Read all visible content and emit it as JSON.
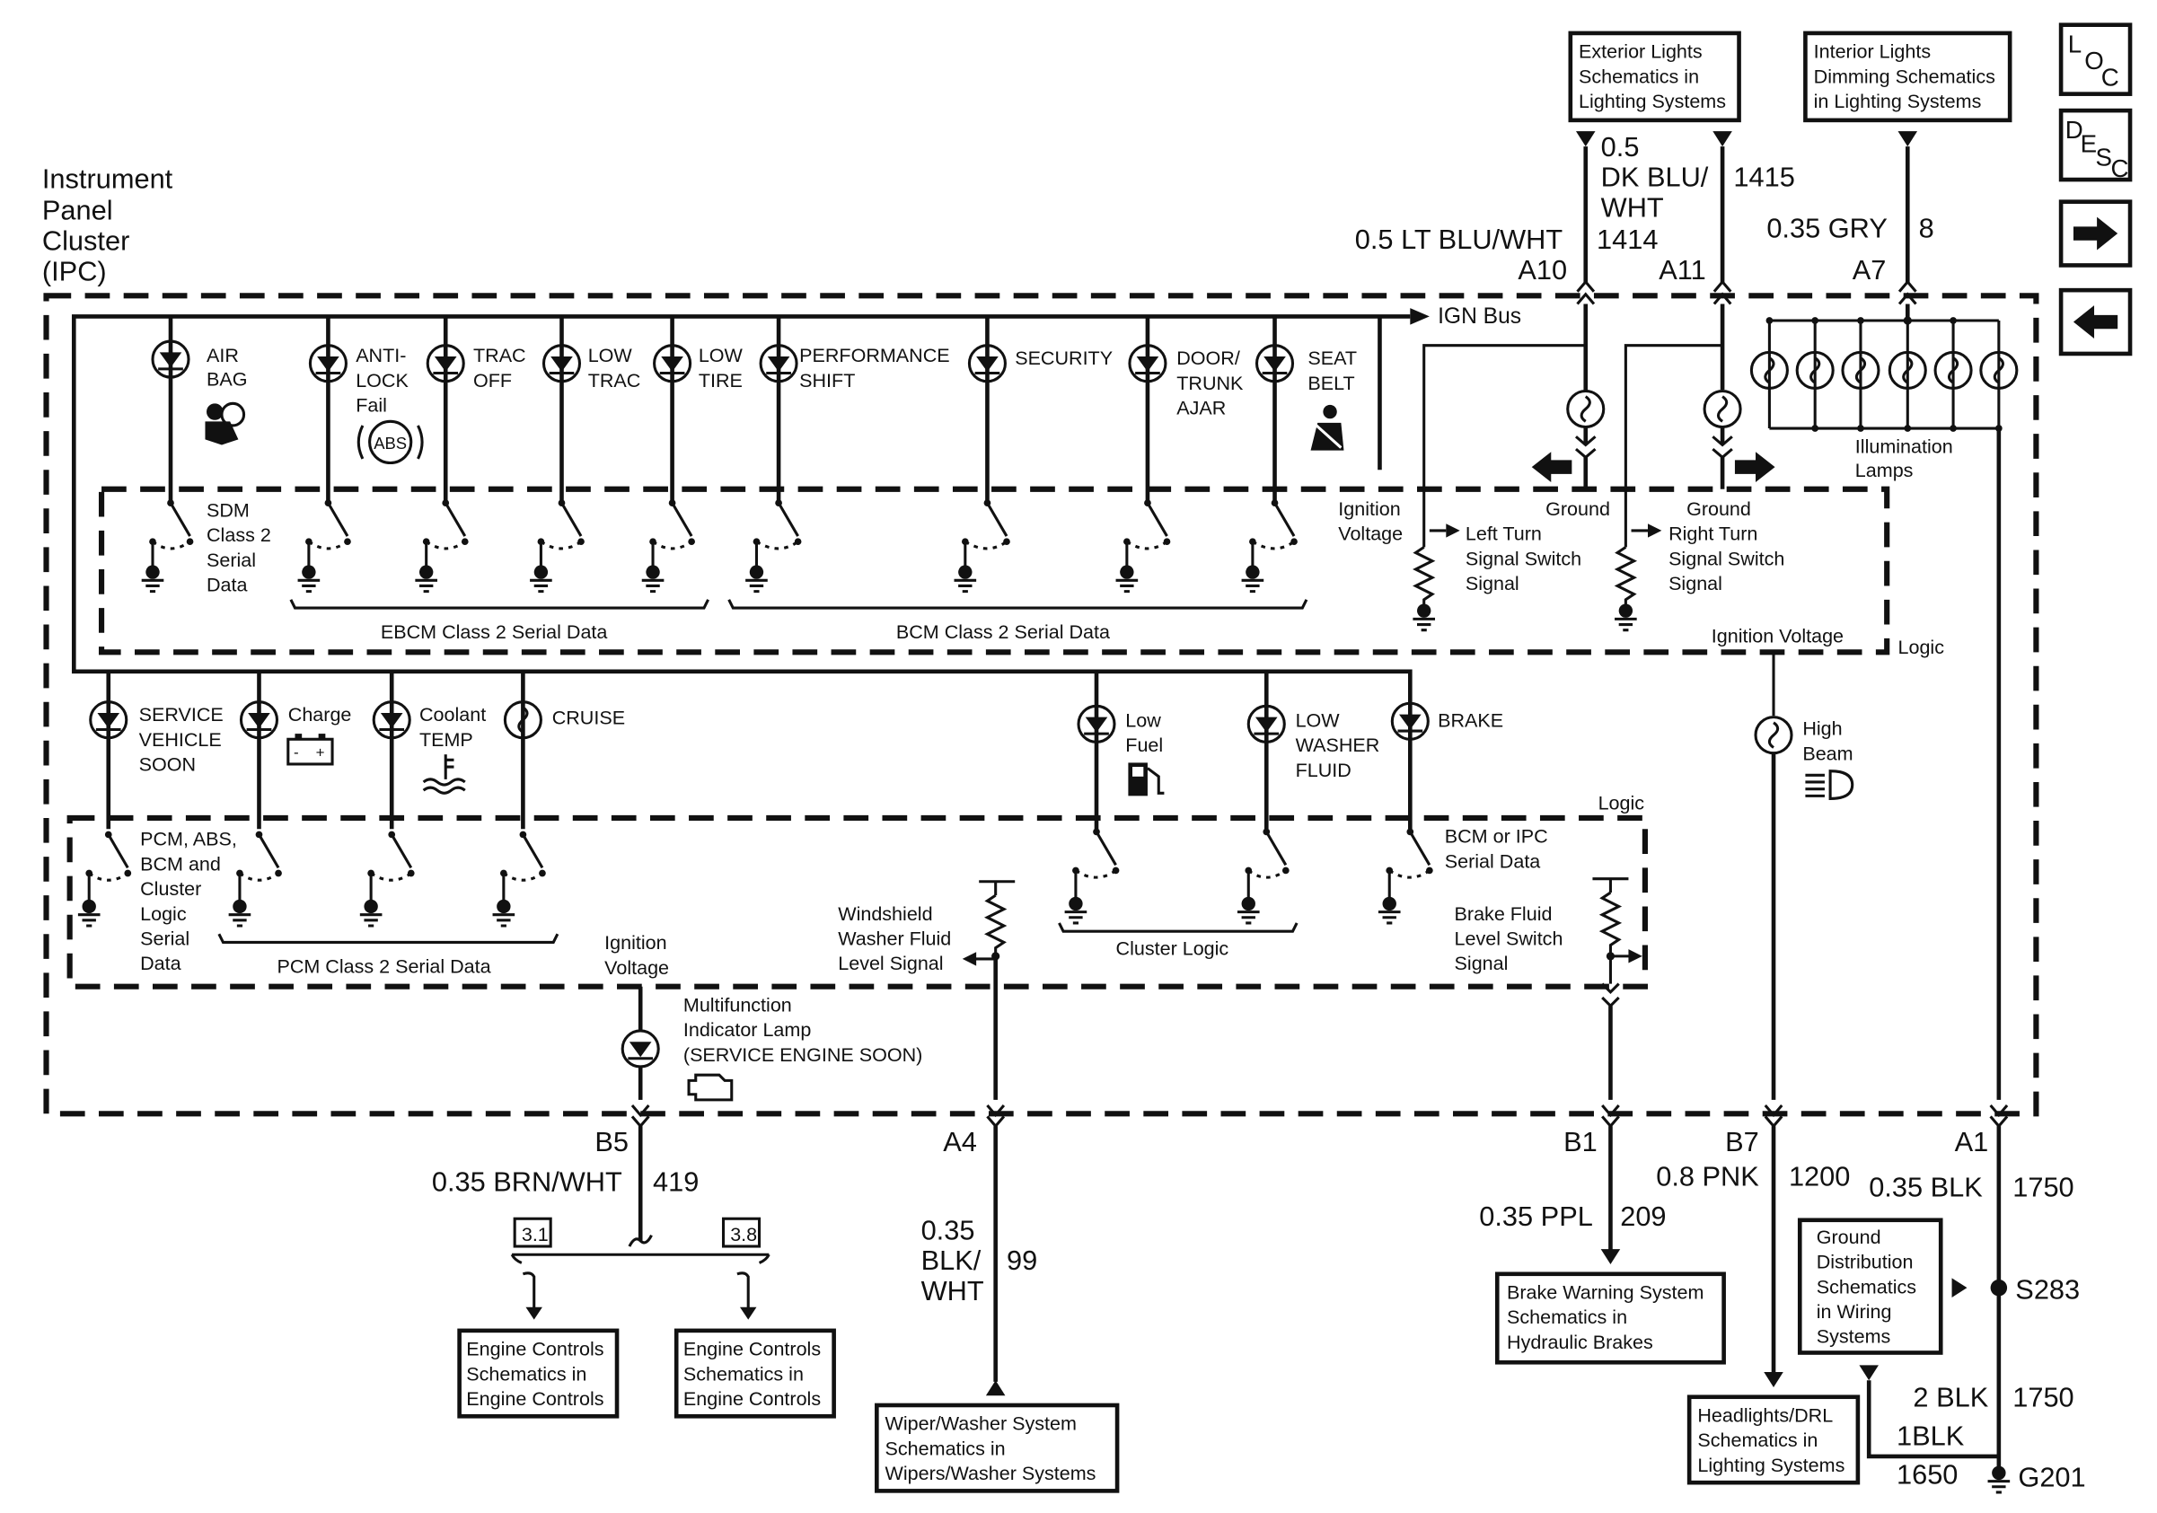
{
  "module": {
    "title_lines": [
      "Instrument",
      "Panel",
      "Cluster",
      "(IPC)"
    ]
  },
  "nav": {
    "loc": [
      "L",
      "O",
      "C"
    ],
    "desc": [
      "D",
      "E",
      "S",
      "C"
    ],
    "next": "→",
    "prev": "←"
  },
  "refs_top": {
    "exterior": [
      "Exterior Lights",
      "Schematics in",
      "Lighting Systems"
    ],
    "interior": [
      "Interior Lights",
      "Dimming Schematics",
      "in Lighting Systems"
    ]
  },
  "top_wires": {
    "a10": {
      "pin": "A10",
      "color": "0.5 LT BLU/WHT",
      "circuit": "1414"
    },
    "a11": {
      "pin": "A11",
      "color_lines": [
        "0.5",
        "DK BLU/",
        "WHT"
      ],
      "circuit": "1415"
    },
    "a7": {
      "pin": "A7",
      "color": "0.35 GRY",
      "circuit": "8"
    }
  },
  "ign_bus": "IGN Bus",
  "upper_lamps": [
    {
      "lines": [
        "AIR",
        "BAG"
      ]
    },
    {
      "lines": [
        "ANTI-",
        "LOCK",
        "Fail"
      ],
      "icon_text": "ABS"
    },
    {
      "lines": [
        "TRAC",
        "OFF"
      ]
    },
    {
      "lines": [
        "LOW",
        "TRAC"
      ]
    },
    {
      "lines": [
        "LOW",
        "TIRE"
      ]
    },
    {
      "lines": [
        "PERFORMANCE",
        "SHIFT"
      ]
    },
    {
      "lines": [
        "SECURITY"
      ]
    },
    {
      "lines": [
        "DOOR/",
        "TRUNK",
        "AJAR"
      ]
    },
    {
      "lines": [
        "SEAT",
        "BELT"
      ]
    }
  ],
  "upper_logic": {
    "sdm": [
      "SDM",
      "Class 2",
      "Serial",
      "Data"
    ],
    "ebcm": "EBCM Class 2 Serial Data",
    "bcm": "BCM Class 2 Serial Data",
    "ign_voltage": [
      "Ignition",
      "Voltage"
    ],
    "left_turn": [
      "Left Turn",
      "Signal Switch",
      "Signal"
    ],
    "right_turn": [
      "Right Turn",
      "Signal Switch",
      "Signal"
    ],
    "ground": "Ground",
    "ign_voltage_right": "Ignition Voltage",
    "logic": "Logic"
  },
  "illumination": [
    "Illumination",
    "Lamps"
  ],
  "lower_lamps": [
    {
      "lines": [
        "SERVICE",
        "VEHICLE",
        "SOON"
      ]
    },
    {
      "lines": [
        "Charge"
      ]
    },
    {
      "lines": [
        "Coolant",
        "TEMP"
      ]
    },
    {
      "lines": [
        "CRUISE"
      ]
    },
    {
      "lines": [
        "Low",
        "Fuel"
      ]
    },
    {
      "lines": [
        "LOW",
        "WASHER",
        "FLUID"
      ]
    },
    {
      "lines": [
        "BRAKE"
      ]
    }
  ],
  "high_beam": [
    "High",
    "Beam"
  ],
  "lower_logic": {
    "logic": "Logic",
    "pcm_group": [
      "PCM, ABS,",
      "BCM and",
      "Cluster",
      "Logic",
      "Serial",
      "Data"
    ],
    "pcm_class2": "PCM Class 2 Serial Data",
    "cluster_logic": "Cluster Logic",
    "bcm_ipc": [
      "BCM or IPC",
      "Serial Data"
    ],
    "windshield": [
      "Windshield",
      "Washer Fluid",
      "Level Signal"
    ],
    "brake_fluid": [
      "Brake Fluid",
      "Level Switch",
      "Signal"
    ],
    "ign_voltage": [
      "Ignition",
      "Voltage"
    ]
  },
  "mil": [
    "Multifunction",
    "Indicator Lamp",
    "(SERVICE ENGINE SOON)"
  ],
  "bottom_wires": {
    "b5": {
      "pin": "B5",
      "color": "0.35 BRN/WHT",
      "circuit": "419"
    },
    "a4": {
      "pin": "A4",
      "color_lines": [
        "0.35",
        "BLK/",
        "WHT"
      ],
      "circuit": "99"
    },
    "b1": {
      "pin": "B1",
      "color": "0.35 PPL",
      "circuit": "209"
    },
    "b7": {
      "pin": "B7",
      "color": "0.8 PNK",
      "circuit": "1200"
    },
    "a1": {
      "pin": "A1",
      "color": "0.35 BLK",
      "circuit": "1750"
    }
  },
  "tabs": {
    "t31": "3.1",
    "t38": "3.8"
  },
  "refs_bottom": {
    "engine1": [
      "Engine Controls",
      "Schematics in",
      "Engine Controls"
    ],
    "engine2": [
      "Engine Controls",
      "Schematics in",
      "Engine Controls"
    ],
    "wiper": [
      "Wiper/Washer System",
      "Schematics in",
      "Wipers/Washer Systems"
    ],
    "brake": [
      "Brake Warning System",
      "Schematics in",
      "Hydraulic Brakes"
    ],
    "headlights": [
      "Headlights/DRL",
      "Schematics in",
      "Lighting Systems"
    ],
    "ground": [
      "Ground",
      "Distribution",
      "Schematics",
      "in Wiring",
      "Systems"
    ]
  },
  "ground_wires": {
    "s283": "S283",
    "w2": {
      "color": "2 BLK",
      "circuit": "1750"
    },
    "w1": {
      "color": "1BLK",
      "circuit": "1650"
    },
    "g201": "G201"
  }
}
